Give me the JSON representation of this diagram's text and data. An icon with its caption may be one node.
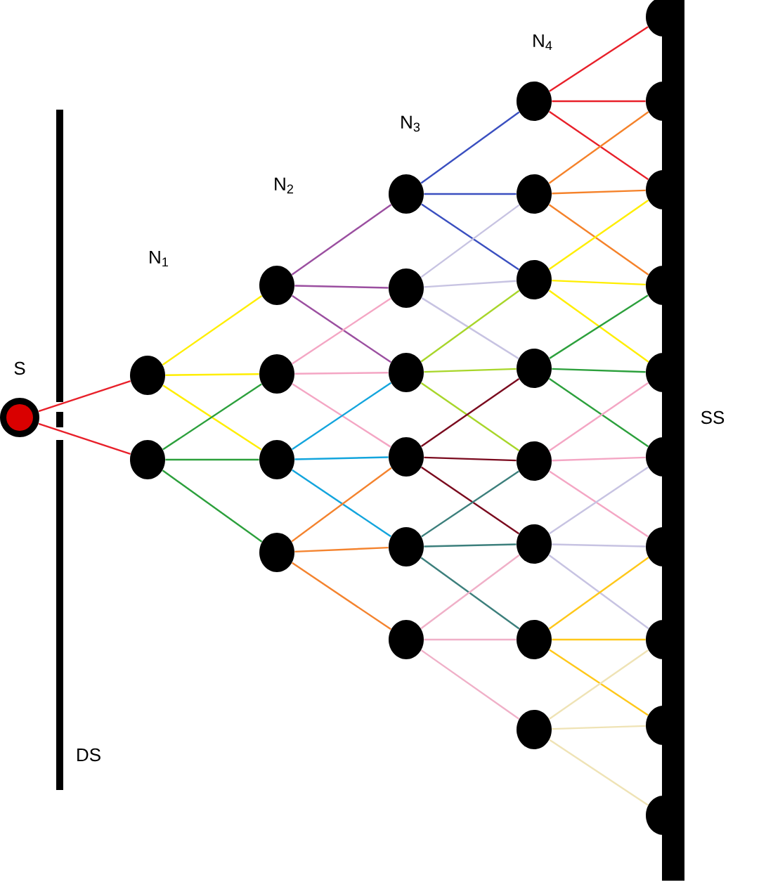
{
  "diagram": {
    "nodes": [
      {
        "text": [],
        "shape": "circle",
        "beside": [
          "S"
        ]
      },
      {
        "text": [],
        "shape": "circle"
      },
      {
        "text": [],
        "shape": "circle"
      },
      {
        "text": [],
        "shape": "circle"
      },
      {
        "text": [],
        "shape": "circle"
      },
      {
        "text": [],
        "shape": "circle"
      },
      {
        "text": [],
        "shape": "circle"
      },
      {
        "text": [],
        "shape": "circle"
      },
      {
        "text": [],
        "shape": "circle"
      },
      {
        "text": [],
        "shape": "circle"
      },
      {
        "text": [],
        "shape": "circle"
      },
      {
        "text": [],
        "shape": "circle"
      },
      {
        "text": [],
        "shape": "circle"
      },
      {
        "text": [],
        "shape": "circle"
      },
      {
        "text": [],
        "shape": "circle"
      },
      {
        "text": [],
        "shape": "circle"
      },
      {
        "text": [],
        "shape": "circle"
      },
      {
        "text": [],
        "shape": "circle"
      },
      {
        "text": [],
        "shape": "circle"
      },
      {
        "text": [],
        "shape": "circle"
      },
      {
        "text": [],
        "shape": "circle"
      },
      {
        "text": [],
        "shape": "circle"
      },
      {
        "text": [],
        "shape": "circle"
      },
      {
        "text": [],
        "shape": "circle"
      },
      {
        "text": [],
        "shape": "circle"
      },
      {
        "text": [],
        "shape": "circle"
      },
      {
        "text": [],
        "shape": "circle"
      },
      {
        "text": [],
        "shape": "circle"
      },
      {
        "text": [],
        "shape": "circle"
      },
      {
        "text": [],
        "shape": "circle"
      },
      {
        "text": [],
        "shape": "circle"
      },
      {
        "text": [],
        "shape": "bar",
        "beside": [
          "SS"
        ]
      }
    ],
    "edges": [
      {
        "from": 0,
        "to": 1,
        "arrow": "none",
        "color": "#e8202a"
      },
      {
        "from": 0,
        "to": 2,
        "arrow": "none",
        "color": "#e8202a"
      },
      {
        "from": 1,
        "to": 3,
        "arrow": "none",
        "color": "#ffee00"
      },
      {
        "from": 1,
        "to": 4,
        "arrow": "none",
        "color": "#ffee00"
      },
      {
        "from": 1,
        "to": 5,
        "arrow": "none",
        "color": "#ffee00"
      },
      {
        "from": 2,
        "to": 4,
        "arrow": "none",
        "color": "#2ca03c"
      },
      {
        "from": 2,
        "to": 5,
        "arrow": "none",
        "color": "#2ca03c"
      },
      {
        "from": 2,
        "to": 6,
        "arrow": "none",
        "color": "#2ca03c"
      },
      {
        "from": 3,
        "to": 7,
        "arrow": "none",
        "color": "#9b4fa0"
      },
      {
        "from": 3,
        "to": 8,
        "arrow": "none",
        "color": "#9b4fa0"
      },
      {
        "from": 3,
        "to": 9,
        "arrow": "none",
        "color": "#9b4fa0"
      },
      {
        "from": 4,
        "to": 8,
        "arrow": "none",
        "color": "#f4a6c4"
      },
      {
        "from": 4,
        "to": 9,
        "arrow": "none",
        "color": "#f4a6c4"
      },
      {
        "from": 4,
        "to": 10,
        "arrow": "none",
        "color": "#f4a6c4"
      },
      {
        "from": 5,
        "to": 9,
        "arrow": "none",
        "color": "#13a5dd"
      },
      {
        "from": 5,
        "to": 10,
        "arrow": "none",
        "color": "#13a5dd"
      },
      {
        "from": 5,
        "to": 11,
        "arrow": "none",
        "color": "#13a5dd"
      },
      {
        "from": 6,
        "to": 10,
        "arrow": "none",
        "color": "#f4832e"
      },
      {
        "from": 6,
        "to": 11,
        "arrow": "none",
        "color": "#f4832e"
      },
      {
        "from": 6,
        "to": 12,
        "arrow": "none",
        "color": "#f4832e"
      },
      {
        "from": 7,
        "to": 13,
        "arrow": "none",
        "color": "#3a4fc0"
      },
      {
        "from": 7,
        "to": 14,
        "arrow": "none",
        "color": "#3a4fc0"
      },
      {
        "from": 7,
        "to": 15,
        "arrow": "none",
        "color": "#3a4fc0"
      },
      {
        "from": 8,
        "to": 14,
        "arrow": "none",
        "color": "#c7c3e2"
      },
      {
        "from": 8,
        "to": 15,
        "arrow": "none",
        "color": "#c7c3e2"
      },
      {
        "from": 8,
        "to": 16,
        "arrow": "none",
        "color": "#c7c3e2"
      },
      {
        "from": 9,
        "to": 15,
        "arrow": "none",
        "color": "#a8d62a"
      },
      {
        "from": 9,
        "to": 16,
        "arrow": "none",
        "color": "#a8d62a"
      },
      {
        "from": 9,
        "to": 17,
        "arrow": "none",
        "color": "#a8d62a"
      },
      {
        "from": 10,
        "to": 16,
        "arrow": "none",
        "color": "#7a0a1e"
      },
      {
        "from": 10,
        "to": 17,
        "arrow": "none",
        "color": "#7a0a1e"
      },
      {
        "from": 10,
        "to": 18,
        "arrow": "none",
        "color": "#7a0a1e"
      },
      {
        "from": 11,
        "to": 17,
        "arrow": "none",
        "color": "#3c7f7c"
      },
      {
        "from": 11,
        "to": 18,
        "arrow": "none",
        "color": "#3c7f7c"
      },
      {
        "from": 11,
        "to": 19,
        "arrow": "none",
        "color": "#3c7f7c"
      },
      {
        "from": 12,
        "to": 18,
        "arrow": "none",
        "color": "#f0b0c8"
      },
      {
        "from": 12,
        "to": 19,
        "arrow": "none",
        "color": "#f0b0c8"
      },
      {
        "from": 12,
        "to": 20,
        "arrow": "none",
        "color": "#f0b0c8"
      },
      {
        "from": 13,
        "to": 21,
        "arrow": "none",
        "color": "#e8202a"
      },
      {
        "from": 13,
        "to": 22,
        "arrow": "none",
        "color": "#e8202a"
      },
      {
        "from": 13,
        "to": 23,
        "arrow": "none",
        "color": "#e8202a"
      },
      {
        "from": 14,
        "to": 22,
        "arrow": "none",
        "color": "#f5822a"
      },
      {
        "from": 14,
        "to": 23,
        "arrow": "none",
        "color": "#f5822a"
      },
      {
        "from": 14,
        "to": 24,
        "arrow": "none",
        "color": "#f5822a"
      },
      {
        "from": 15,
        "to": 23,
        "arrow": "none",
        "color": "#ffee00"
      },
      {
        "from": 15,
        "to": 24,
        "arrow": "none",
        "color": "#ffee00"
      },
      {
        "from": 15,
        "to": 25,
        "arrow": "none",
        "color": "#ffee00"
      },
      {
        "from": 16,
        "to": 24,
        "arrow": "none",
        "color": "#2ca03c"
      },
      {
        "from": 16,
        "to": 25,
        "arrow": "none",
        "color": "#2ca03c"
      },
      {
        "from": 16,
        "to": 26,
        "arrow": "none",
        "color": "#2ca03c"
      },
      {
        "from": 17,
        "to": 25,
        "arrow": "none",
        "color": "#f4a6c4"
      },
      {
        "from": 17,
        "to": 26,
        "arrow": "none",
        "color": "#f4a6c4"
      },
      {
        "from": 17,
        "to": 27,
        "arrow": "none",
        "color": "#f4a6c4"
      },
      {
        "from": 18,
        "to": 26,
        "arrow": "none",
        "color": "#c7c3e2"
      },
      {
        "from": 18,
        "to": 27,
        "arrow": "none",
        "color": "#c7c3e2"
      },
      {
        "from": 18,
        "to": 28,
        "arrow": "none",
        "color": "#c7c3e2"
      },
      {
        "from": 19,
        "to": 27,
        "arrow": "none",
        "color": "#ffc81a"
      },
      {
        "from": 19,
        "to": 28,
        "arrow": "none",
        "color": "#ffc81a"
      },
      {
        "from": 19,
        "to": 29,
        "arrow": "none",
        "color": "#ffc81a"
      },
      {
        "from": 20,
        "to": 28,
        "arrow": "none",
        "color": "#efe3b5"
      },
      {
        "from": 20,
        "to": 29,
        "arrow": "none",
        "color": "#efe3b5"
      },
      {
        "from": 20,
        "to": 30,
        "arrow": "none",
        "color": "#efe3b5"
      }
    ],
    "labels": [
      "N$_{4}$",
      "N$_{3}$",
      "N$_{2}$",
      "N$_{1}$",
      "DS"
    ]
  }
}
